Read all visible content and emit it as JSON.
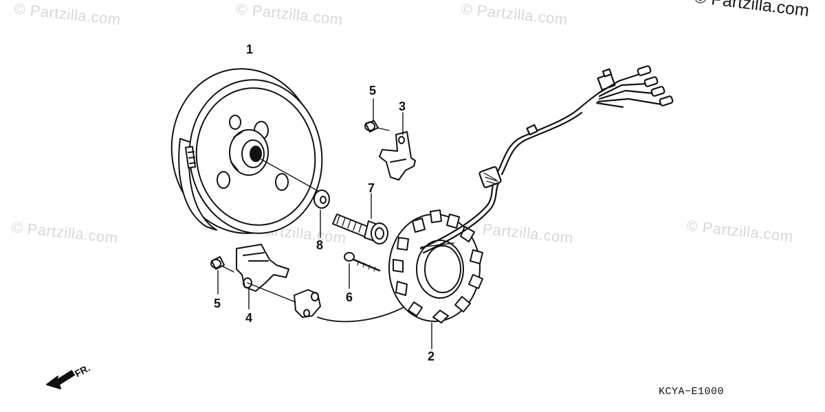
{
  "watermarks": [
    "© Partzilla.com",
    "© Partzilla.com",
    "© Partzilla.com",
    "© Partzilla.com",
    "© Partzilla.com",
    "© Partzilla.com",
    "© Partzilla.com"
  ],
  "copyright": "© Partzilla.com",
  "callouts": {
    "flywheel": "1",
    "stator": "2",
    "upper_bracket": "3",
    "lower_bracket": "4",
    "upper_bolt": "5",
    "lower_bolt": "5",
    "stator_screw": "6",
    "flywheel_bolt": "7",
    "washer": "8"
  },
  "direction_label": "FR.",
  "diagram_code": "KCYA−E1000"
}
